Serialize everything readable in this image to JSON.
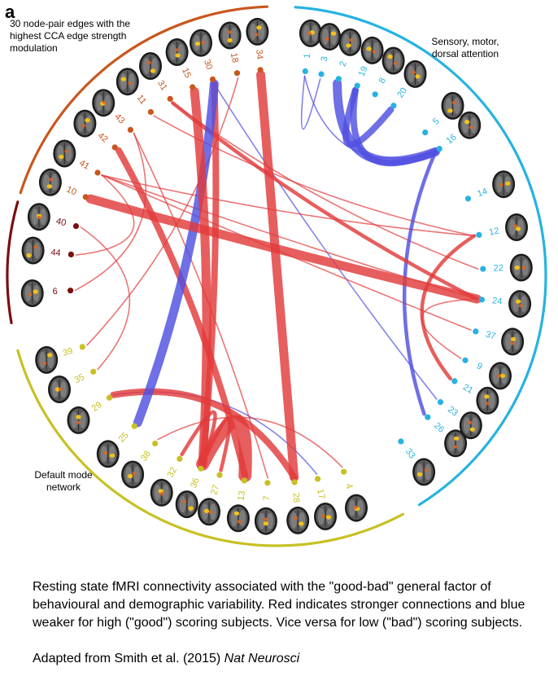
{
  "panel_label": "a",
  "groups": {
    "top_left": {
      "title": "30 node-pair edges with the highest CCA edge strength modulation",
      "color": "#c8571e"
    },
    "sensory": {
      "title": "Sensory, motor, dorsal attention",
      "color": "#27b2e2"
    },
    "default_mode": {
      "title": "Default mode network",
      "color": "#c8c024"
    },
    "dark_group_color": "#7a0f10"
  },
  "nodes": [
    {
      "id": "1",
      "group": "sensory"
    },
    {
      "id": "3",
      "group": "sensory"
    },
    {
      "id": "2",
      "group": "sensory"
    },
    {
      "id": "19",
      "group": "sensory"
    },
    {
      "id": "8",
      "group": "sensory"
    },
    {
      "id": "20",
      "group": "sensory"
    },
    {
      "id": "5",
      "group": "sensory"
    },
    {
      "id": "16",
      "group": "sensory"
    },
    {
      "id": "14",
      "group": "sensory"
    },
    {
      "id": "12",
      "group": "sensory"
    },
    {
      "id": "22",
      "group": "sensory"
    },
    {
      "id": "24",
      "group": "sensory"
    },
    {
      "id": "37",
      "group": "sensory"
    },
    {
      "id": "9",
      "group": "sensory"
    },
    {
      "id": "21",
      "group": "sensory"
    },
    {
      "id": "23",
      "group": "sensory"
    },
    {
      "id": "26",
      "group": "sensory"
    },
    {
      "id": "33",
      "group": "sensory"
    },
    {
      "id": "4",
      "group": "default"
    },
    {
      "id": "17",
      "group": "default"
    },
    {
      "id": "28",
      "group": "default"
    },
    {
      "id": "7",
      "group": "default"
    },
    {
      "id": "13",
      "group": "default"
    },
    {
      "id": "27",
      "group": "default"
    },
    {
      "id": "36",
      "group": "default"
    },
    {
      "id": "32",
      "group": "default"
    },
    {
      "id": "38",
      "group": "default"
    },
    {
      "id": "25",
      "group": "default"
    },
    {
      "id": "29",
      "group": "default"
    },
    {
      "id": "35",
      "group": "default"
    },
    {
      "id": "39",
      "group": "default"
    },
    {
      "id": "6",
      "group": "dark"
    },
    {
      "id": "44",
      "group": "dark"
    },
    {
      "id": "40",
      "group": "dark"
    },
    {
      "id": "10",
      "group": "orange"
    },
    {
      "id": "41",
      "group": "orange"
    },
    {
      "id": "42",
      "group": "orange"
    },
    {
      "id": "43",
      "group": "orange"
    },
    {
      "id": "11",
      "group": "orange"
    },
    {
      "id": "31",
      "group": "orange"
    },
    {
      "id": "15",
      "group": "orange"
    },
    {
      "id": "30",
      "group": "orange"
    },
    {
      "id": "18",
      "group": "orange"
    },
    {
      "id": "34",
      "group": "orange"
    }
  ],
  "edges": [
    {
      "a": "1",
      "b": "3",
      "sign": "weaker",
      "strength": 1
    },
    {
      "a": "1",
      "b": "16",
      "sign": "weaker",
      "strength": 1
    },
    {
      "a": "2",
      "b": "16",
      "sign": "weaker",
      "strength": 4
    },
    {
      "a": "19",
      "b": "16",
      "sign": "weaker",
      "strength": 3
    },
    {
      "a": "20",
      "b": "19",
      "sign": "weaker",
      "strength": 3
    },
    {
      "a": "16",
      "b": "26",
      "sign": "weaker",
      "strength": 2
    },
    {
      "a": "30",
      "b": "25",
      "sign": "weaker",
      "strength": 4
    },
    {
      "a": "30",
      "b": "23",
      "sign": "weaker",
      "strength": 1
    },
    {
      "a": "17",
      "b": "29",
      "sign": "weaker",
      "strength": 1
    },
    {
      "a": "34",
      "b": "28",
      "sign": "stronger",
      "strength": 4
    },
    {
      "a": "15",
      "b": "36",
      "sign": "stronger",
      "strength": 4
    },
    {
      "a": "30",
      "b": "36",
      "sign": "stronger",
      "strength": 3
    },
    {
      "a": "42",
      "b": "13",
      "sign": "stronger",
      "strength": 3
    },
    {
      "a": "43",
      "b": "7",
      "sign": "stronger",
      "strength": 1
    },
    {
      "a": "41",
      "b": "24",
      "sign": "stronger",
      "strength": 1
    },
    {
      "a": "18",
      "b": "39",
      "sign": "stronger",
      "strength": 1
    },
    {
      "a": "12",
      "b": "11",
      "sign": "stronger",
      "strength": 1
    },
    {
      "a": "12",
      "b": "41",
      "sign": "stronger",
      "strength": 1
    },
    {
      "a": "22",
      "b": "31",
      "sign": "stronger",
      "strength": 1
    },
    {
      "a": "24",
      "b": "10",
      "sign": "stronger",
      "strength": 4
    },
    {
      "a": "24",
      "b": "31",
      "sign": "stronger",
      "strength": 2
    },
    {
      "a": "37",
      "b": "41",
      "sign": "stronger",
      "strength": 1
    },
    {
      "a": "9",
      "b": "24",
      "sign": "stronger",
      "strength": 1
    },
    {
      "a": "21",
      "b": "12",
      "sign": "stronger",
      "strength": 2
    },
    {
      "a": "40",
      "b": "35",
      "sign": "stronger",
      "strength": 1
    },
    {
      "a": "44",
      "b": "41",
      "sign": "stronger",
      "strength": 1
    },
    {
      "a": "6",
      "b": "43",
      "sign": "stronger",
      "strength": 1
    },
    {
      "a": "29",
      "b": "28",
      "sign": "stronger",
      "strength": 3
    },
    {
      "a": "32",
      "b": "36",
      "sign": "stronger",
      "strength": 2
    },
    {
      "a": "38",
      "b": "4",
      "sign": "stronger",
      "strength": 1
    },
    {
      "a": "36",
      "b": "13",
      "sign": "stronger",
      "strength": 5
    },
    {
      "a": "36",
      "b": "27",
      "sign": "stronger",
      "strength": 2
    }
  ],
  "caption": {
    "text": "Resting state fMRI connectivity associated with the \"good-bad\" general factor of behavioural and demographic variability. Red indicates stronger connections and blue weaker for high (\"good\") scoring subjects. Vice versa for low (\"bad\") scoring subjects.",
    "credit_prefix": "Adapted from Smith et al. (2015) ",
    "credit_journal": "Nat Neurosci"
  }
}
